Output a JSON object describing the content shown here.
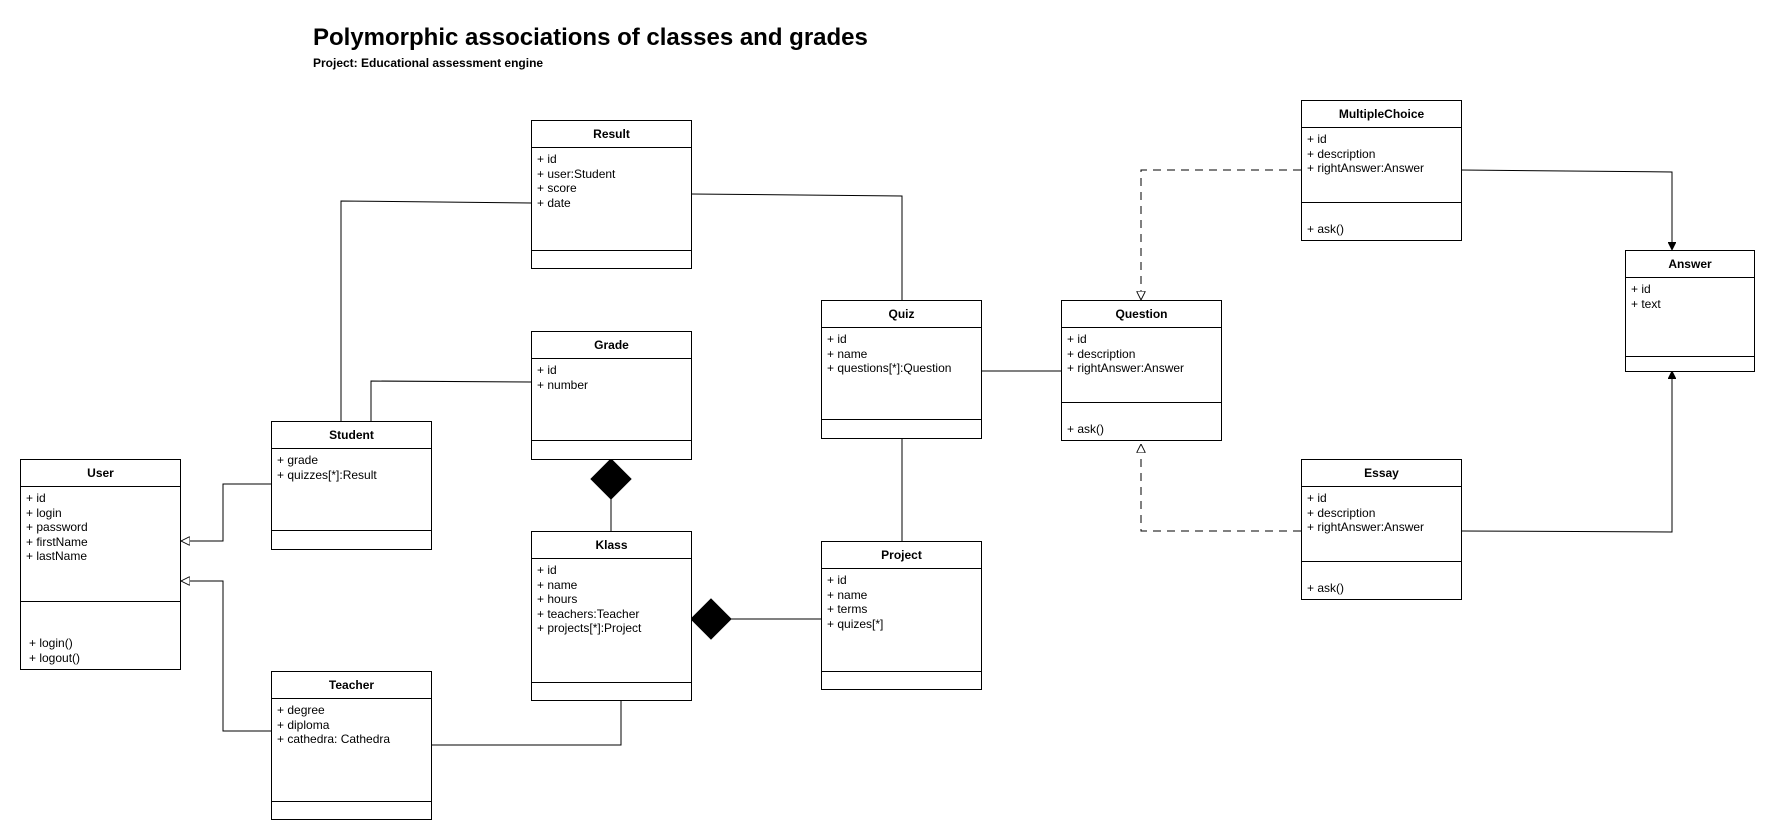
{
  "diagram": {
    "title": "Polymorphic associations of classes and grades",
    "subtitle": "Project: Educational assessment engine"
  },
  "classes": {
    "result": {
      "name": "Result",
      "attributes": [
        "+ id",
        "+ user:Student",
        "+ score",
        "+ date"
      ],
      "methods": []
    },
    "grade": {
      "name": "Grade",
      "attributes": [
        "+ id",
        "+ number"
      ],
      "methods": []
    },
    "student": {
      "name": "Student",
      "attributes": [
        "+ grade",
        "+ quizzes[*]:Result"
      ],
      "methods": []
    },
    "user": {
      "name": "User",
      "attributes": [
        "+ id",
        "+ login",
        "+ password",
        "+ firstName",
        "+ lastName"
      ],
      "methods": [
        "+ login()",
        "+ logout()"
      ]
    },
    "klass": {
      "name": "Klass",
      "attributes": [
        "+ id",
        "+ name",
        "+ hours",
        "+ teachers:Teacher",
        "+ projects[*]:Project"
      ],
      "methods": []
    },
    "teacher": {
      "name": "Teacher",
      "attributes": [
        "+ degree",
        "+ diploma",
        "+ cathedra: Cathedra"
      ],
      "methods": []
    },
    "quiz": {
      "name": "Quiz",
      "attributes": [
        "+ id",
        "+ name",
        "+ questions[*]:Question"
      ],
      "methods": []
    },
    "project": {
      "name": "Project",
      "attributes": [
        "+ id",
        "+ name",
        "+ terms",
        "+ quizes[*]"
      ],
      "methods": []
    },
    "question": {
      "name": "Question",
      "attributes": [
        "+ id",
        "+ description",
        "+ rightAnswer:Answer"
      ],
      "methods": [
        "+ ask()"
      ]
    },
    "multiple_choice": {
      "name": "MultipleChoice",
      "attributes": [
        "+ id",
        "+ description",
        "+ rightAnswer:Answer"
      ],
      "methods": [
        "+ ask()"
      ]
    },
    "essay": {
      "name": "Essay",
      "attributes": [
        "+ id",
        "+ description",
        "+ rightAnswer:Answer"
      ],
      "methods": [
        "+ ask()"
      ]
    },
    "answer": {
      "name": "Answer",
      "attributes": [
        "+ id",
        "+ text"
      ],
      "methods": []
    }
  },
  "relationships": [
    {
      "type": "association",
      "from": "Student",
      "to": "Result"
    },
    {
      "type": "association",
      "from": "Student",
      "to": "Grade"
    },
    {
      "type": "association",
      "from": "Result",
      "to": "Quiz"
    },
    {
      "type": "composition",
      "whole": "Grade",
      "part": "Klass"
    },
    {
      "type": "composition",
      "whole": "Klass",
      "part": "Project"
    },
    {
      "type": "association",
      "from": "Quiz",
      "to": "Project"
    },
    {
      "type": "association",
      "from": "Quiz",
      "to": "Question"
    },
    {
      "type": "association",
      "from": "Teacher",
      "to": "Klass"
    },
    {
      "type": "generalization",
      "child": "Student",
      "parent": "User"
    },
    {
      "type": "generalization",
      "child": "Teacher",
      "parent": "User"
    },
    {
      "type": "realization",
      "child": "MultipleChoice",
      "parent": "Question"
    },
    {
      "type": "realization",
      "child": "Essay",
      "parent": "Question"
    },
    {
      "type": "directed-association",
      "from": "MultipleChoice",
      "to": "Answer"
    },
    {
      "type": "directed-association",
      "from": "Essay",
      "to": "Answer"
    }
  ]
}
